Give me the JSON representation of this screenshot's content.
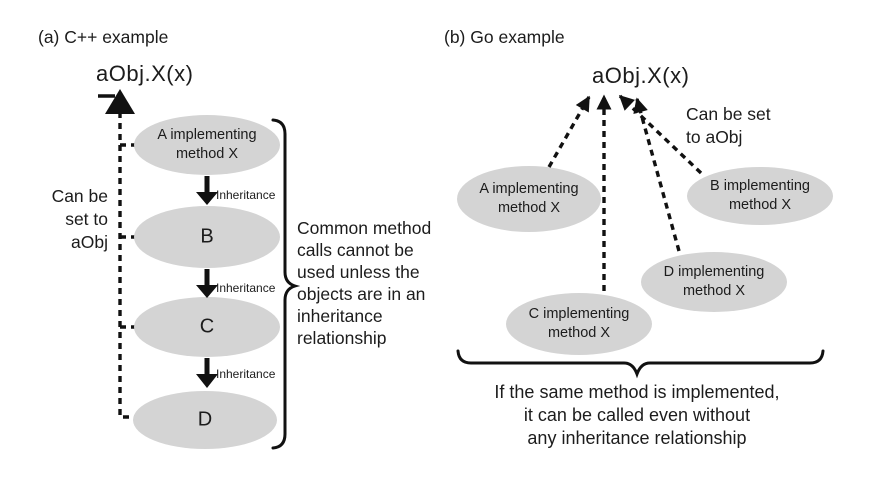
{
  "colors": {
    "ellipse_fill": "#d4d4d4",
    "ink": "#1c1c1c"
  },
  "panel_a": {
    "title": "(a) C++ example",
    "call": "aObj.X(x)",
    "side_note": "Can be\nset to\naObj",
    "edge_label": "Inheritance",
    "nodes": {
      "a": "A implementing\nmethod X",
      "b": "B",
      "c": "C",
      "d": "D"
    },
    "annotation": "Common method\ncalls cannot be\nused unless the\nobjects are in an\ninheritance\nrelationship"
  },
  "panel_b": {
    "title": "(b) Go example",
    "call": "aObj.X(x)",
    "side_note": "Can be set\nto aObj",
    "nodes": {
      "a": "A implementing\nmethod X",
      "b": "B implementing\nmethod X",
      "c": "C implementing\nmethod X",
      "d": "D implementing\nmethod X"
    },
    "annotation": "If the same method is implemented,\nit can be called even without\nany inheritance relationship"
  }
}
